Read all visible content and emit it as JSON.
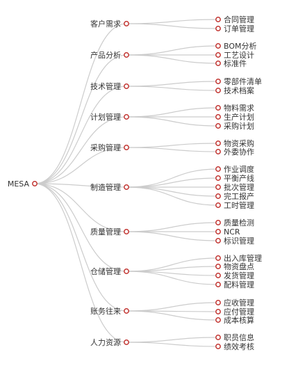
{
  "colors": {
    "link": "#cccccc",
    "node_stroke": "#c23531",
    "node_fill": "#ffffff",
    "text": "#333333"
  },
  "root": {
    "label": "MESA"
  },
  "categories": [
    {
      "label": "客户需求",
      "children": [
        "合同管理",
        "订单管理"
      ]
    },
    {
      "label": "产品分析",
      "children": [
        "BOM分析",
        "工艺设计",
        "标准件"
      ]
    },
    {
      "label": "技术管理",
      "children": [
        "零部件清单",
        "技术档案"
      ]
    },
    {
      "label": "计划管理",
      "children": [
        "物料需求",
        "生产计划",
        "采购计划"
      ]
    },
    {
      "label": "采购管理",
      "children": [
        "物资采购",
        "外委协作"
      ]
    },
    {
      "label": "制造管理",
      "children": [
        "作业调度",
        "平衡产线",
        "批次管理",
        "完工报产",
        "工时管理"
      ]
    },
    {
      "label": "质量管理",
      "children": [
        "质量检测",
        "NCR",
        "标识管理"
      ]
    },
    {
      "label": "仓储管理",
      "children": [
        "出入库管理",
        "物资盘点",
        "发货管理",
        "配料管理"
      ]
    },
    {
      "label": "账务往来",
      "children": [
        "应收管理",
        "应付管理",
        "成本核算"
      ]
    },
    {
      "label": "人力资源",
      "children": [
        "职员信息",
        "绩效考核"
      ]
    }
  ]
}
